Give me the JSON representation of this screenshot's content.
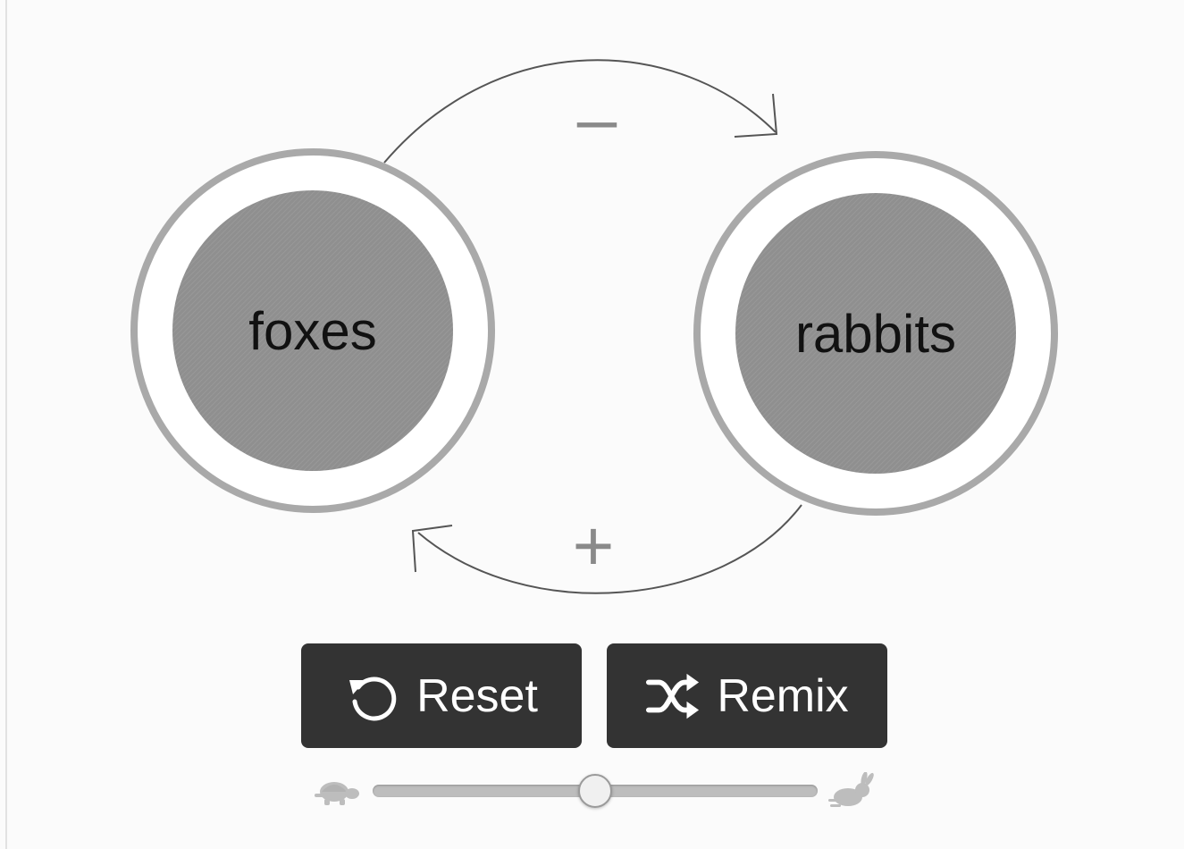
{
  "diagram": {
    "nodes": [
      {
        "id": "foxes",
        "label": "foxes",
        "fill": "#8f8f8f",
        "ring": "#a9a9a9"
      },
      {
        "id": "rabbits",
        "label": "rabbits",
        "fill": "#8f8f8f",
        "ring": "#a9a9a9"
      }
    ],
    "links": [
      {
        "from": "foxes",
        "to": "rabbits",
        "sign": "–"
      },
      {
        "from": "rabbits",
        "to": "foxes",
        "sign": "+"
      }
    ],
    "colors": {
      "arrow": "#555555",
      "sign": "#8a8a8a"
    }
  },
  "controls": {
    "reset_label": "Reset",
    "reset_icon": "reset-icon",
    "remix_label": "Remix",
    "remix_icon": "shuffle-icon",
    "speed": {
      "value": 0.5,
      "slow_icon": "turtle-icon",
      "fast_icon": "rabbit-icon"
    }
  }
}
